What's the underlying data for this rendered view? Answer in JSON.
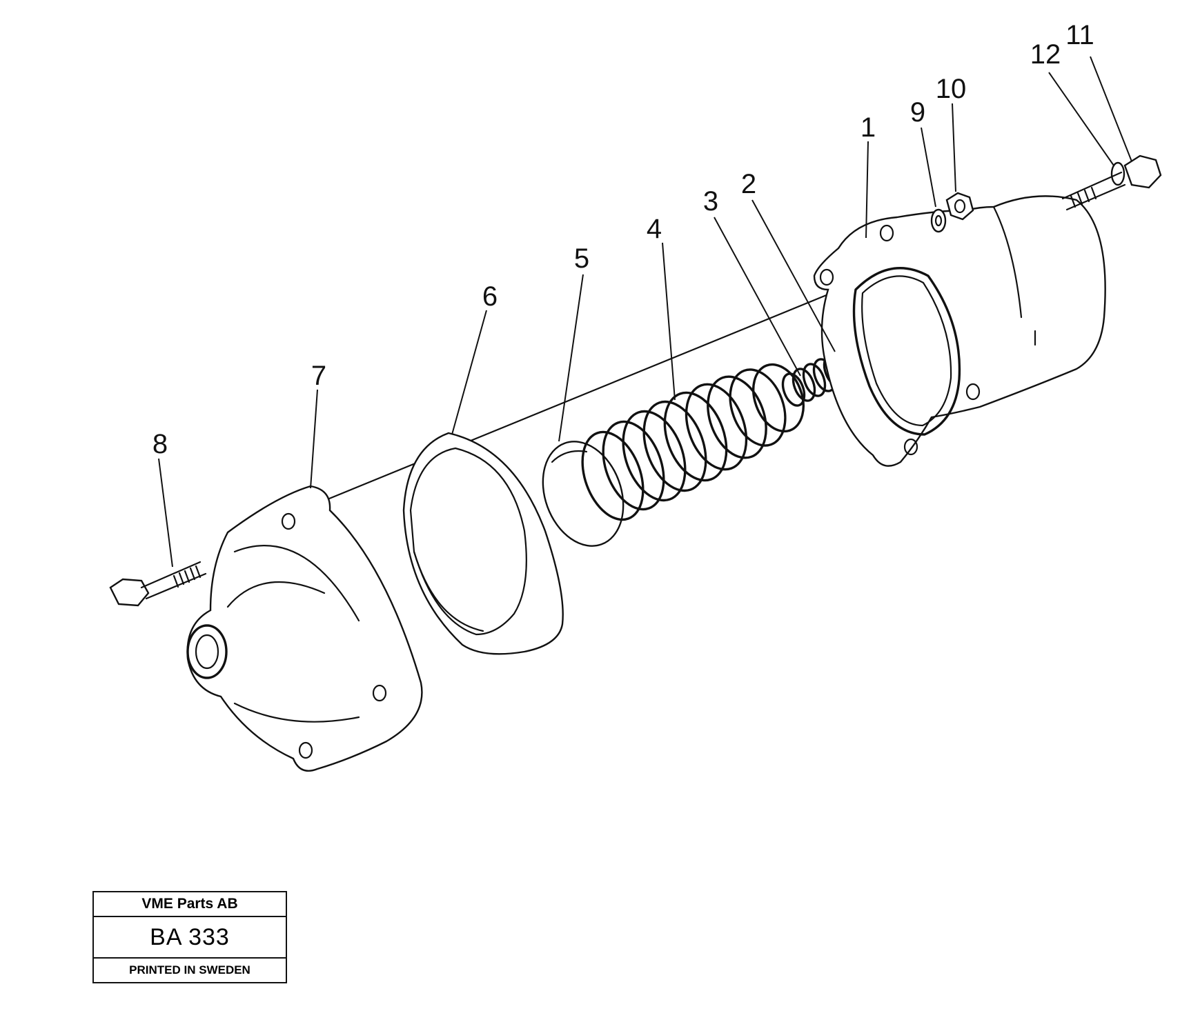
{
  "callouts": [
    "1",
    "2",
    "3",
    "4",
    "5",
    "6",
    "7",
    "8",
    "9",
    "10",
    "11",
    "12"
  ],
  "title_block": {
    "company": "VME Parts AB",
    "code": "BA 333",
    "printed": "PRINTED IN SWEDEN"
  }
}
